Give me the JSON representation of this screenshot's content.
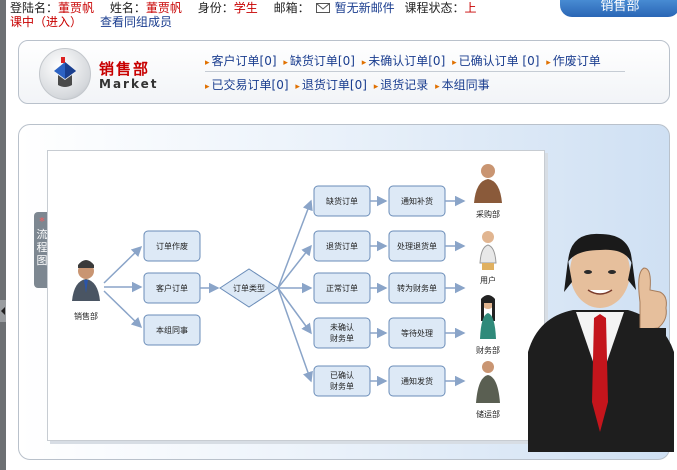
{
  "topbar": {
    "login_label": "登陆名：",
    "login_value": "董贾帆",
    "name_label": "姓名：",
    "name_value": "董贾帆",
    "role_label": "身份：",
    "role_value": "学生",
    "mailbox_label": "邮箱：",
    "mail_status": "暂无新邮件",
    "course_status_label": "课程状态：",
    "course_status_part1": "上",
    "course_status_part2": "课中（进入）",
    "view_group_link": "查看同组成员",
    "department_tab": "销售部"
  },
  "header": {
    "title": "销售部",
    "subtitle": "Market",
    "nav_row1": [
      "客户订单[0]",
      "缺货订单[0]",
      "未确认订单[0]",
      "已确认订单 [0]",
      "作废订单"
    ],
    "nav_row2": [
      "已交易订单[0]",
      "退货订单[0]",
      "退货记录",
      "本组同事"
    ]
  },
  "flow": {
    "side_tab_star": "*",
    "side_tab_text": "流程图",
    "start_label": "销售部",
    "branch": [
      "订单作废",
      "客户订单",
      "本组同事"
    ],
    "decision": "订单类型",
    "types": [
      "缺货订单",
      "退货订单",
      "正常订单",
      "未确认\n财务单",
      "已确认\n财务单"
    ],
    "actions": [
      "通知补货",
      "处理退货单",
      "转为财务单",
      "等待处理",
      "通知发货"
    ],
    "roles": [
      "采购部",
      "用户",
      "财务部",
      "储运部"
    ]
  },
  "colors": {
    "accent_red": "#c80000",
    "link_blue": "#1a3d8f",
    "tab_blue": "#2a66b5",
    "box_fill": "#dde9f6",
    "box_stroke": "#6a8cb8"
  }
}
